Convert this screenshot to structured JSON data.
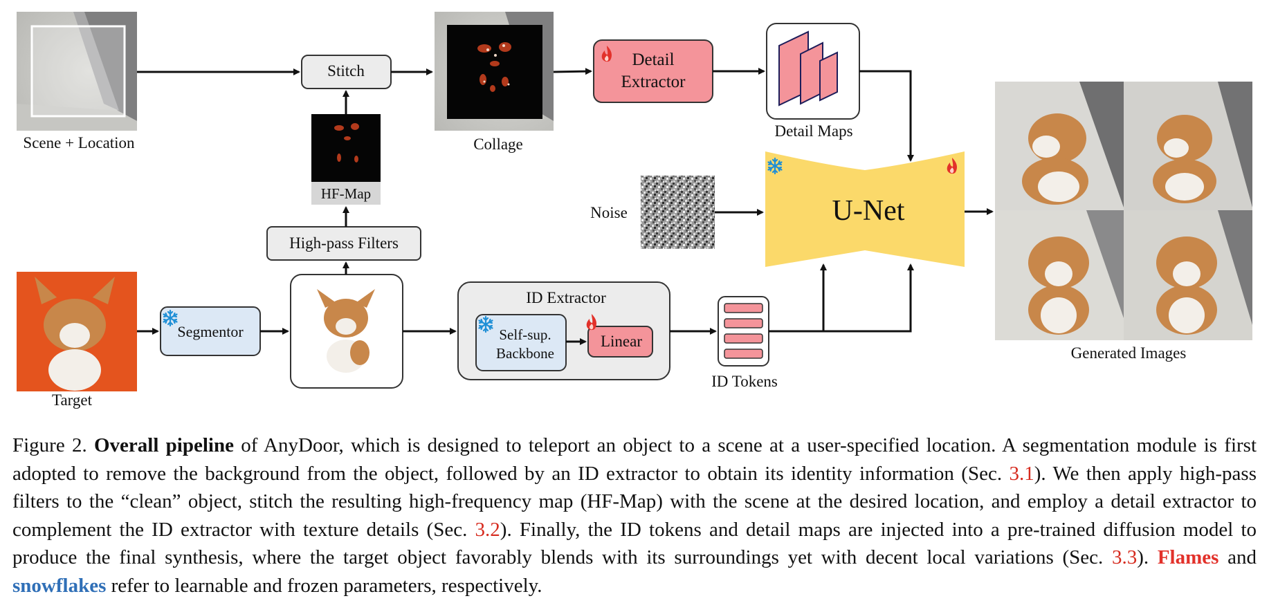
{
  "figure": {
    "labels": {
      "scene": "Scene + Location",
      "collage": "Collage",
      "stitch": "Stitch",
      "hf_map": "HF-Map",
      "high_pass": "High-pass Filters",
      "detail_extractor_line1": "Detail",
      "detail_extractor_line2": "Extractor",
      "detail_maps": "Detail Maps",
      "noise": "Noise",
      "unet": "U-Net",
      "generated": "Generated Images",
      "target": "Target",
      "segmentor": "Segmentor",
      "id_extractor": "ID Extractor",
      "backbone_line1": "Self-sup.",
      "backbone_line2": "Backbone",
      "linear": "Linear",
      "id_tokens": "ID Tokens"
    },
    "colors": {
      "trainable": "#f4949a",
      "frozen": "#dce8f5",
      "unet": "#fbd96a",
      "neutral": "#ececec",
      "flame": "#e2312a",
      "snowflake": "#1f8fd6"
    },
    "icons": {
      "trainable": "flame-icon",
      "frozen": "snowflake-icon"
    }
  },
  "caption": {
    "label": "Figure 2.",
    "title": "Overall pipeline",
    "seg1": " of AnyDoor, which is designed to teleport an object to a scene at a user-specified location. A segmentation module is first adopted to remove the background from the object, followed by an ID extractor to obtain its identity information (Sec. ",
    "ref1": "3.1",
    "seg2": "). We then apply high-pass filters to the “clean” object, stitch the resulting high-frequency map (HF-Map) with the scene at the desired location, and employ a detail extractor to complement the ID extractor with texture details (Sec. ",
    "ref2": "3.2",
    "seg3": "). Finally, the ID tokens and detail maps are injected into a pre-trained diffusion model to produce the final synthesis, where the target object favorably blends with its surroundings yet with decent local variations (Sec. ",
    "ref3": "3.3",
    "seg4": "). ",
    "flames_word": "Flames",
    "seg5": " and ",
    "snowflakes_word": "snowflakes",
    "seg6": " refer to learnable and frozen parameters, respectively."
  }
}
